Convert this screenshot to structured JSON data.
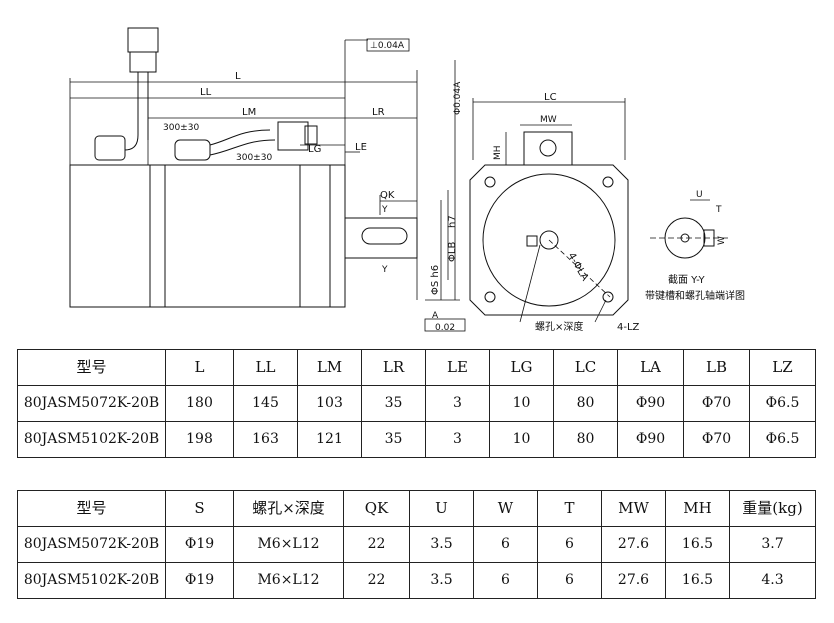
{
  "drawing": {
    "labels": {
      "L": "L",
      "LL": "LL",
      "LM": "LM",
      "LR": "LR",
      "LE": "LE",
      "LG": "LG",
      "LC": "LC",
      "MW": "MW",
      "MH": "MH",
      "QK": "QK",
      "Y": "Y",
      "h7": "h7",
      "LB": "ΦLB",
      "S": "ΦS h6",
      "cable1": "300±30",
      "cable2": "300±30",
      "tol_perp": "⊥0.04A",
      "tol_run": "Φ0.04A",
      "tol_flat": "0.02",
      "datum": "A",
      "LA": "4-ΦLA",
      "LZ": "4-LZ",
      "screw": "螺孔×深度",
      "U": "U",
      "W": "W",
      "T": "T",
      "section_title": "截面 Y-Y",
      "section_desc": "带键槽和螺孔轴端详图"
    }
  },
  "table1": {
    "headers": [
      "型号",
      "L",
      "LL",
      "LM",
      "LR",
      "LE",
      "LG",
      "LC",
      "LA",
      "LB",
      "LZ"
    ],
    "rows": [
      [
        "80JASM5072K-20B",
        "180",
        "145",
        "103",
        "35",
        "3",
        "10",
        "80",
        "Φ90",
        "Φ70",
        "Φ6.5"
      ],
      [
        "80JASM5102K-20B",
        "198",
        "163",
        "121",
        "35",
        "3",
        "10",
        "80",
        "Φ90",
        "Φ70",
        "Φ6.5"
      ]
    ]
  },
  "table2": {
    "headers": [
      "型号",
      "S",
      "螺孔×深度",
      "QK",
      "U",
      "W",
      "T",
      "MW",
      "MH",
      "重量(kg)"
    ],
    "rows": [
      [
        "80JASM5072K-20B",
        "Φ19",
        "M6×L12",
        "22",
        "3.5",
        "6",
        "6",
        "27.6",
        "16.5",
        "3.7"
      ],
      [
        "80JASM5102K-20B",
        "Φ19",
        "M6×L12",
        "22",
        "3.5",
        "6",
        "6",
        "27.6",
        "16.5",
        "4.3"
      ]
    ]
  }
}
